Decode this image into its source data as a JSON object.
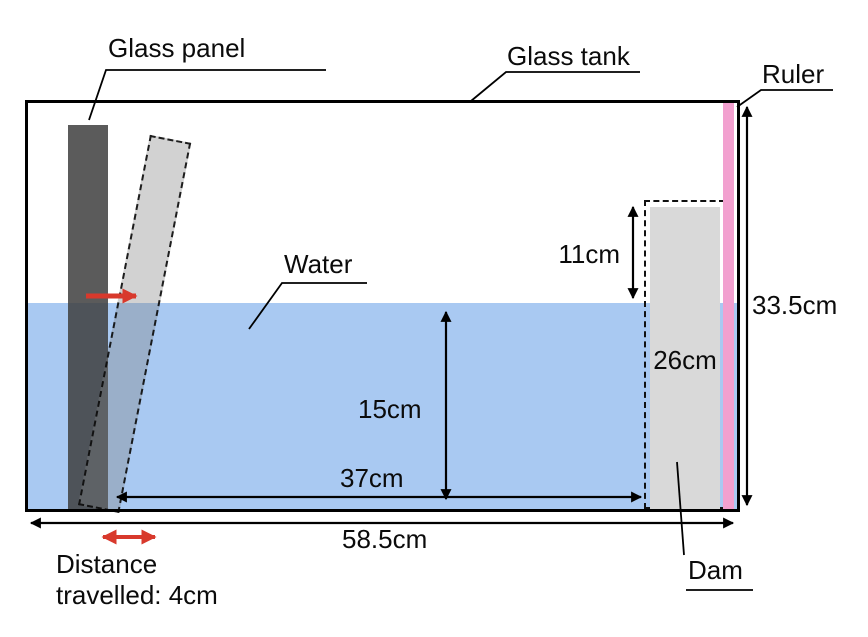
{
  "diagram": {
    "labels": {
      "glass_panel": "Glass panel",
      "glass_tank": "Glass tank",
      "ruler": "Ruler",
      "water": "Water",
      "dam": "Dam",
      "distance_line1": "Distance",
      "distance_line2": "travelled: 4cm"
    },
    "measurements": {
      "dam_above_water": "11cm",
      "tank_height": "33.5cm",
      "dam_height": "26cm",
      "water_depth": "15cm",
      "panel_to_dam_width": "37cm",
      "tank_width": "58.5cm"
    }
  },
  "colors": {
    "water": "#a9c9f2",
    "dam": "#d9d9d9",
    "ruler": "#f2a0cf",
    "arrow_red": "#d8392c",
    "ink": "#000000"
  }
}
